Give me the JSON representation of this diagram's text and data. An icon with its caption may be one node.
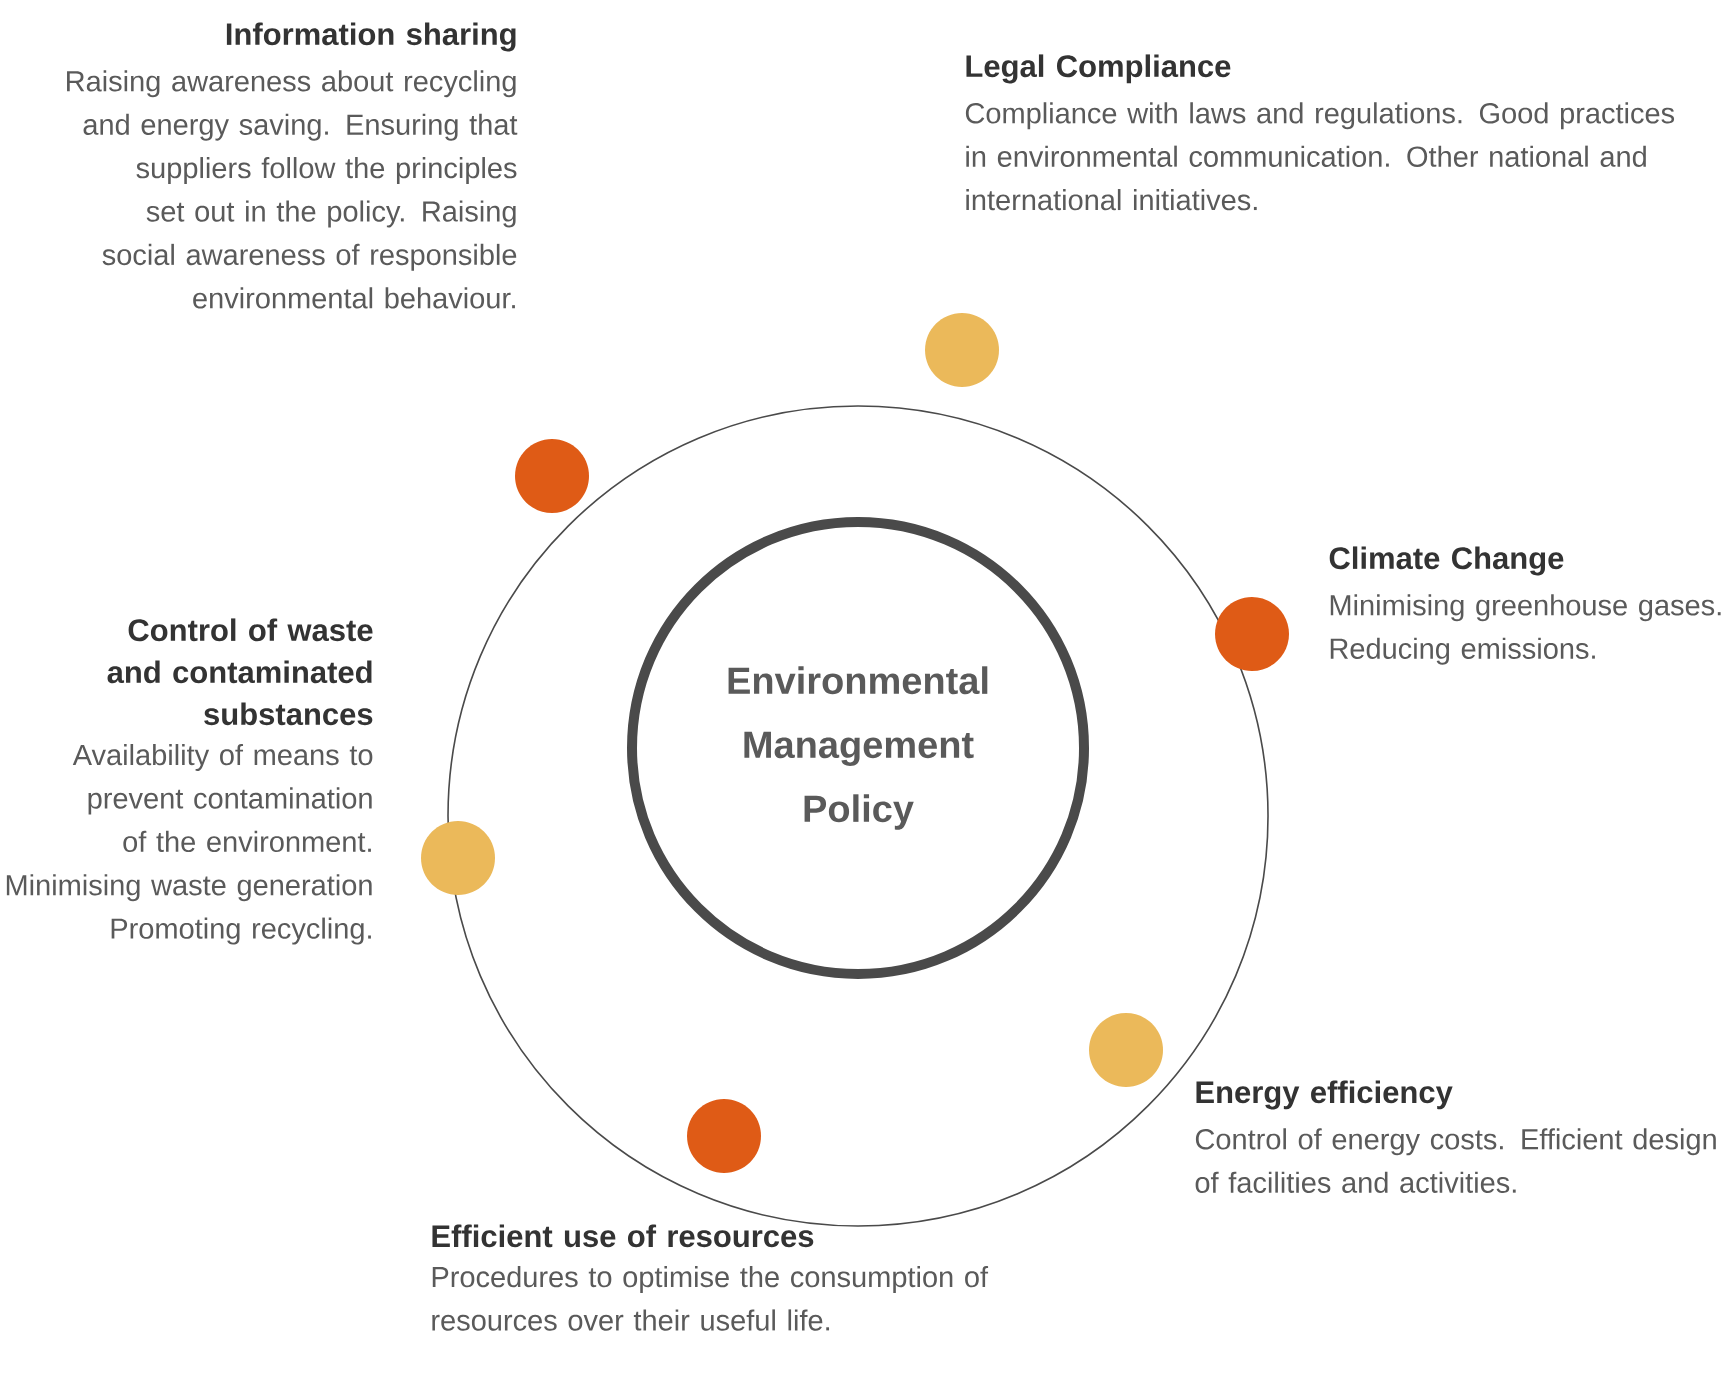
{
  "diagram": {
    "nodes": [
      {
        "text": [
          "Environmental Management Policy"
        ]
      },
      {
        "text": [],
        "shape": "circle",
        "beside": [
          "Information sharing",
          "Raising awareness about recycling and energy saving. Ensuring that suppliers follow the principles set out in the policy. Raising social awareness of responsible environmental behaviour."
        ]
      },
      {
        "text": [],
        "shape": "circle",
        "beside": [
          "Legal Compliance",
          "Compliance with laws and regulations. Good practices in environmental communication. Other national and international initiatives."
        ]
      },
      {
        "text": [],
        "shape": "circle",
        "beside": [
          "Climate Change",
          "Minimising greenhouse gases. Reducing emissions."
        ]
      },
      {
        "text": [],
        "shape": "circle",
        "beside": [
          "Control of waste and contaminated substances",
          "Availability of means to prevent contamination of the environment. Minimising waste generation Promoting recycling."
        ]
      },
      {
        "text": [],
        "shape": "circle",
        "beside": [
          "Energy efficiency",
          "Control of energy costs. Efficient design of facilities and activities."
        ]
      },
      {
        "text": [],
        "shape": "circle",
        "beside": [
          "Efficient use of resources",
          "Procedures to optimise the consumption of resources over their useful life."
        ]
      }
    ]
  }
}
